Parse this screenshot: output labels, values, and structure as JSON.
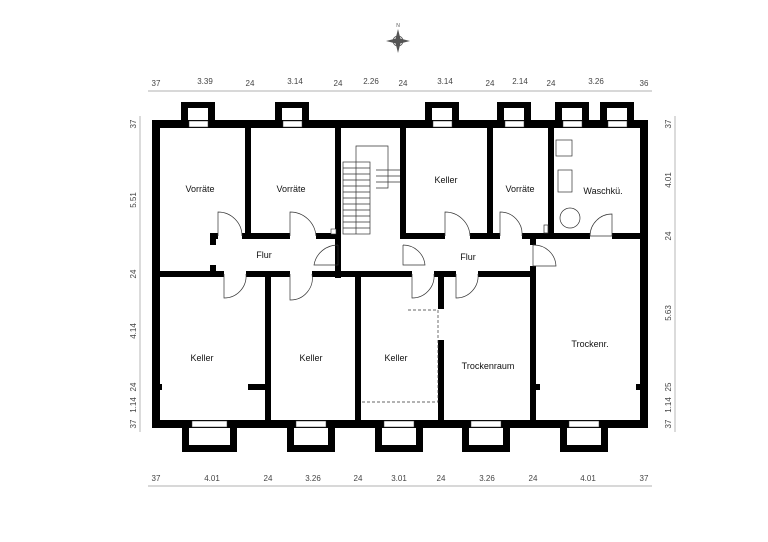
{
  "rooms": {
    "vorraete_1": "Vorräte",
    "vorraete_2": "Vorräte",
    "keller_top": "Keller",
    "vorraete_3": "Vorräte",
    "waschkueche": "Waschkü.",
    "flur_left": "Flur",
    "flur_right": "Flur",
    "keller_1": "Keller",
    "keller_2": "Keller",
    "keller_3": "Keller",
    "trockenraum": "Trockenraum",
    "trockenraum_2": "Trockenr."
  },
  "dimensions": {
    "top": [
      "37",
      "3.39",
      "24",
      "3.14",
      "24",
      "2.26",
      "24",
      "3.14",
      "24",
      "2.14",
      "24",
      "3.26",
      "36"
    ],
    "bottom": [
      "37",
      "4.01",
      "24",
      "3.26",
      "24",
      "3.01",
      "24",
      "3.26",
      "24",
      "4.01",
      "37"
    ],
    "left": [
      "37",
      "5.51",
      "24",
      "4.14",
      "24",
      "1.14",
      "37"
    ],
    "right": [
      "37",
      "4.01",
      "24",
      "5.63",
      "25",
      "1.14",
      "37"
    ]
  },
  "compass_label": "N"
}
